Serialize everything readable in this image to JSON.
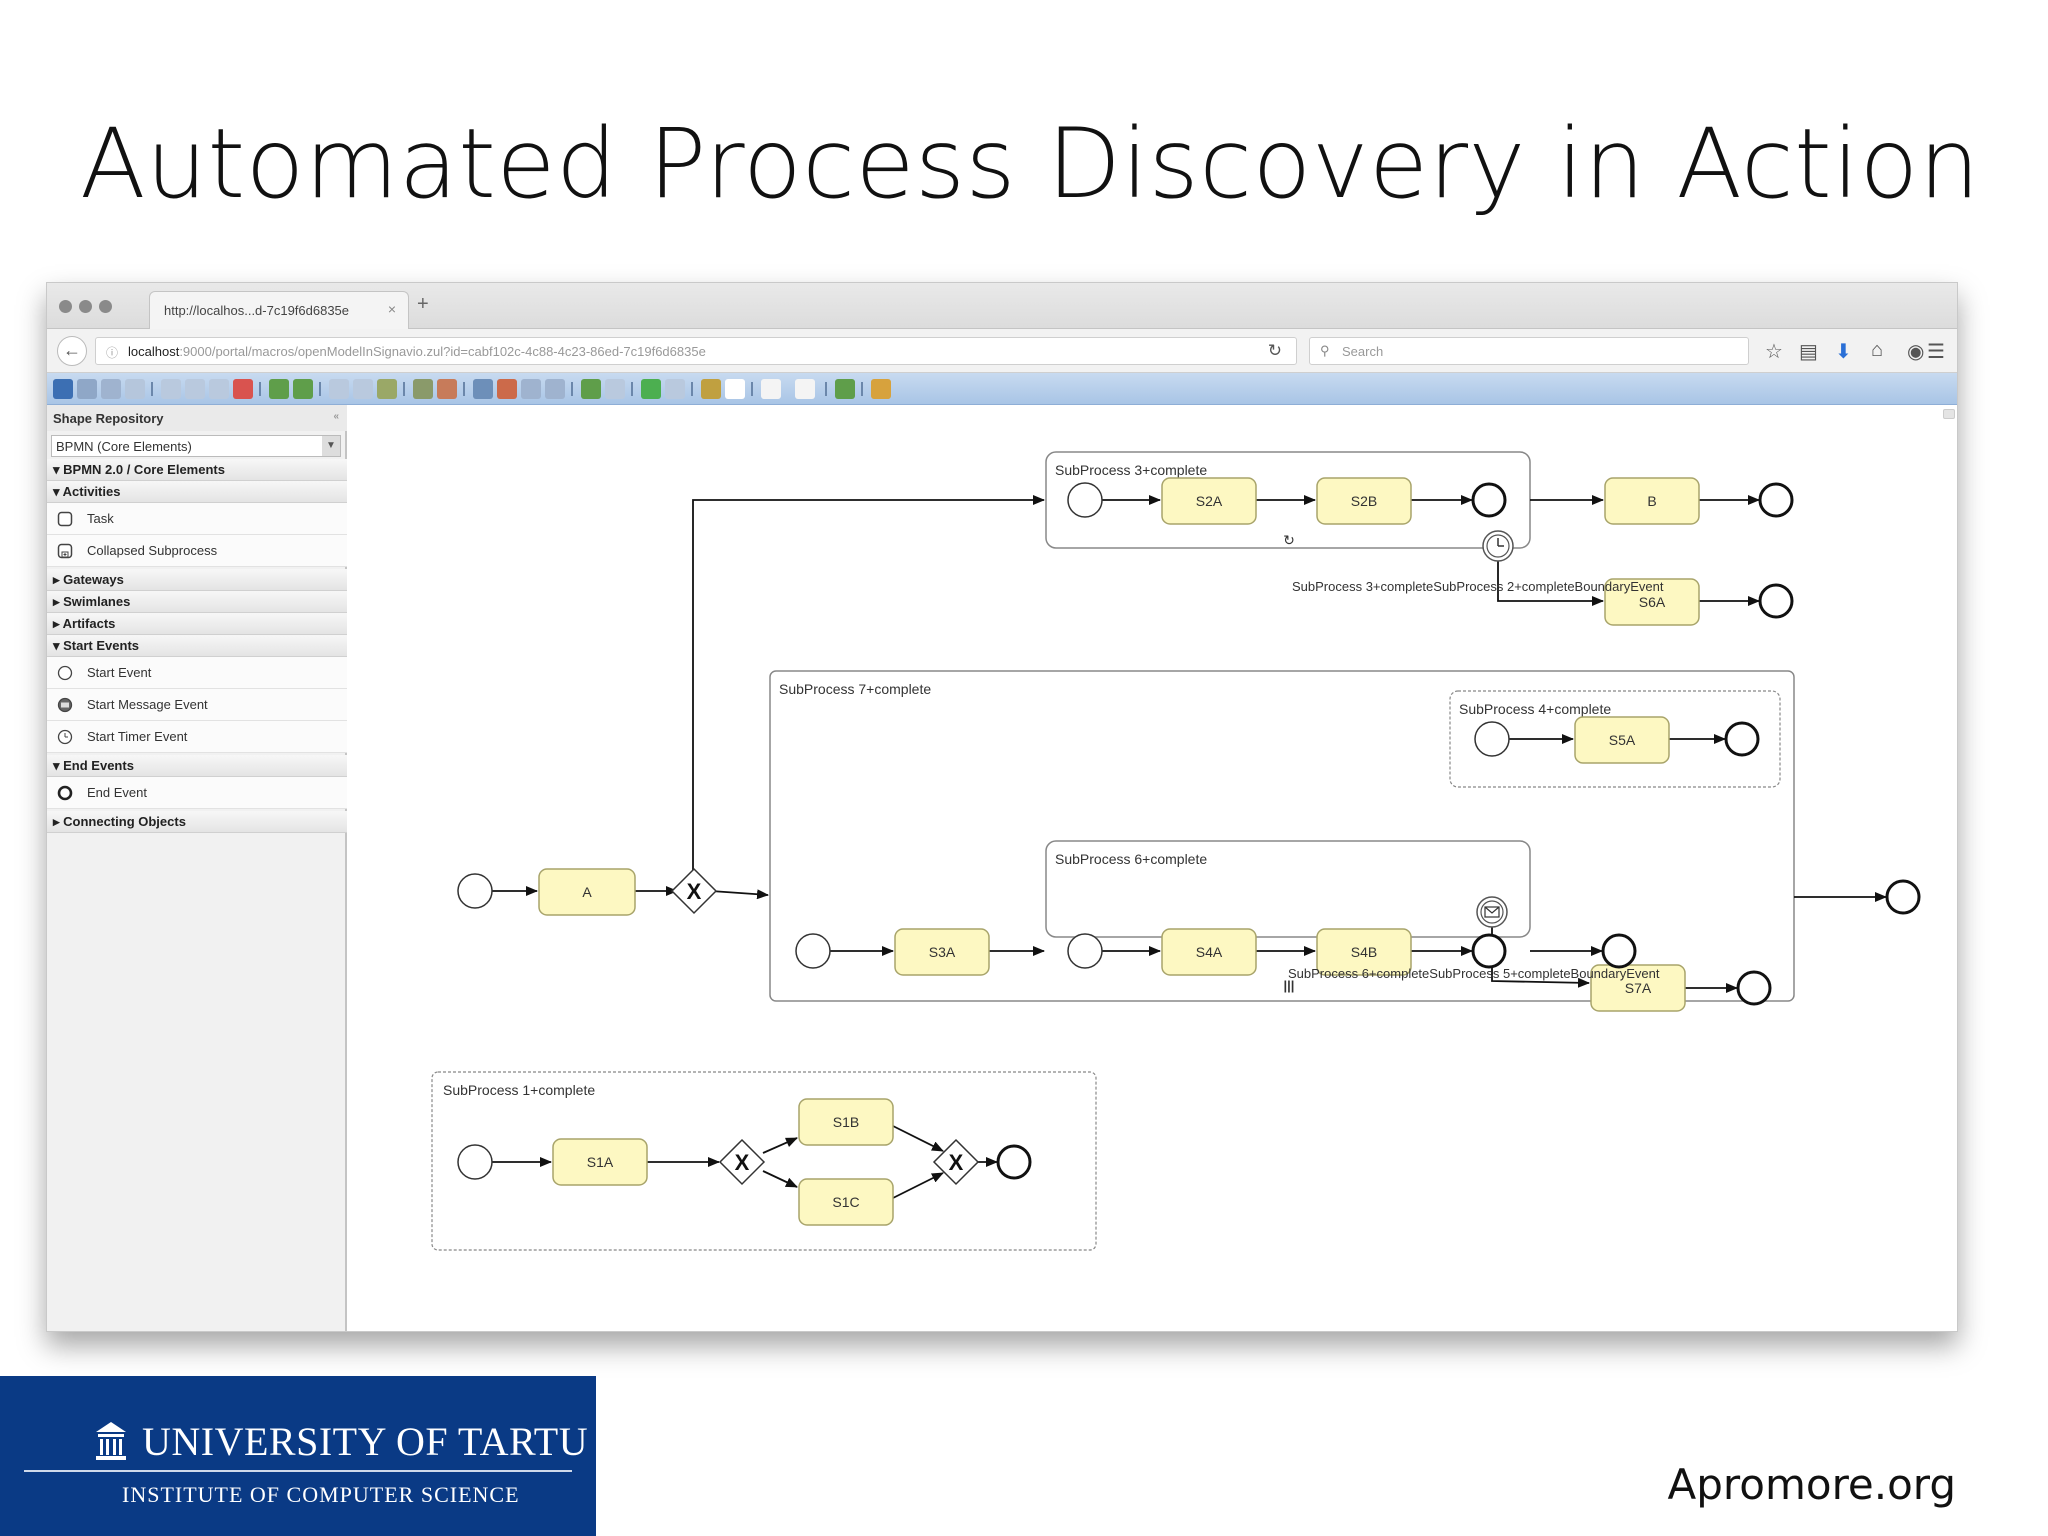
{
  "slide": {
    "title": "Automated Process Discovery in Action",
    "footer_url": "Apromore.org"
  },
  "logo": {
    "line1": "UNIVERSITY OF TARTU",
    "line2": "INSTITUTE OF COMPUTER SCIENCE"
  },
  "browser": {
    "tab_title": "http://localhos...d-7c19f6d6835e",
    "tab_close": "×",
    "new_tab": "+",
    "url_host": "localhost",
    "url_rest": ":9000/portal/macros/openModelInSignavio.zul?id=cabf102c-4c88-4c23-86ed-7c19f6d6835e",
    "search_placeholder": "Search"
  },
  "sidebar": {
    "header": "Shape Repository",
    "selector_value": "BPMN (Core Elements)",
    "root_group": "BPMN 2.0 / Core Elements",
    "groups": {
      "activities": "Activities",
      "gateways": "Gateways",
      "swimlanes": "Swimlanes",
      "artifacts": "Artifacts",
      "start_events": "Start Events",
      "end_events": "End Events",
      "connecting_objects": "Connecting Objects"
    },
    "items": {
      "task": "Task",
      "collapsed_subprocess": "Collapsed Subprocess",
      "start_event": "Start Event",
      "start_message_event": "Start Message Event",
      "start_timer_event": "Start Timer Event",
      "end_event": "End Event"
    }
  },
  "diagram": {
    "subprocesses": {
      "sp3": "SubProcess 3+complete",
      "sp7": "SubProcess 7+complete",
      "sp4": "SubProcess 4+complete",
      "sp6": "SubProcess 6+complete",
      "sp1": "SubProcess 1+complete"
    },
    "boundary_labels": {
      "timer": "SubProcess 3+completeSubProcess 2+completeBoundaryEvent",
      "message": "SubProcess 6+completeSubProcess 5+completeBoundaryEvent"
    },
    "tasks": {
      "A": "A",
      "B": "B",
      "S2A": "S2A",
      "S2B": "S2B",
      "S6A": "S6A",
      "S5A": "S5A",
      "S3A": "S3A",
      "S4A": "S4A",
      "S4B": "S4B",
      "S7A": "S7A",
      "S1A": "S1A",
      "S1B": "S1B",
      "S1C": "S1C"
    },
    "gateway_symbol": "X",
    "loop_marker": "↻",
    "parallel_marker": "|||"
  },
  "colors": {
    "task_fill": "#fdf8c2",
    "task_stroke": "#a8a46a",
    "toolbar_blue": "#a9c5e6",
    "logo_blue": "#0a3a85"
  }
}
